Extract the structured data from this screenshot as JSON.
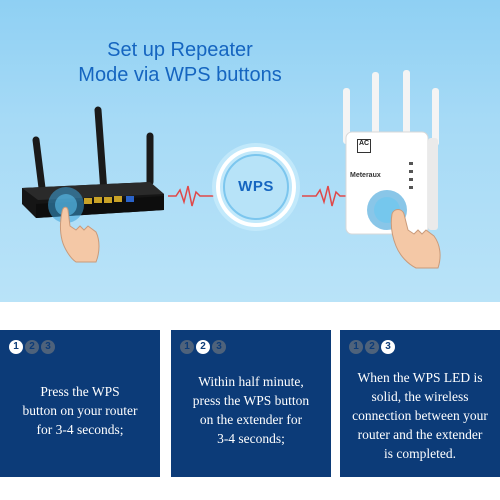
{
  "hero": {
    "title_line1": "Set up Repeater",
    "title_line2": "Mode via WPS buttons",
    "center_label": "WPS",
    "extender_brand": "Meteraux",
    "ac_badge": "AC",
    "background_color": "#a6daf6",
    "accent_color": "#1565c0"
  },
  "steps": [
    {
      "numbers": [
        "1",
        "2",
        "3"
      ],
      "active": 0,
      "lines": [
        "Press the WPS",
        "button on your router",
        "for 3-4 seconds;"
      ]
    },
    {
      "numbers": [
        "1",
        "2",
        "3"
      ],
      "active": 1,
      "lines": [
        "Within half minute,",
        "press the WPS button",
        "on the extender for",
        "3-4 seconds;"
      ]
    },
    {
      "numbers": [
        "1",
        "2",
        "3"
      ],
      "active": 2,
      "lines": [
        "When the WPS LED is",
        "solid, the wireless",
        "connection between your",
        "router and the extender",
        "is completed."
      ]
    }
  ],
  "card_color": "#0c3b78"
}
